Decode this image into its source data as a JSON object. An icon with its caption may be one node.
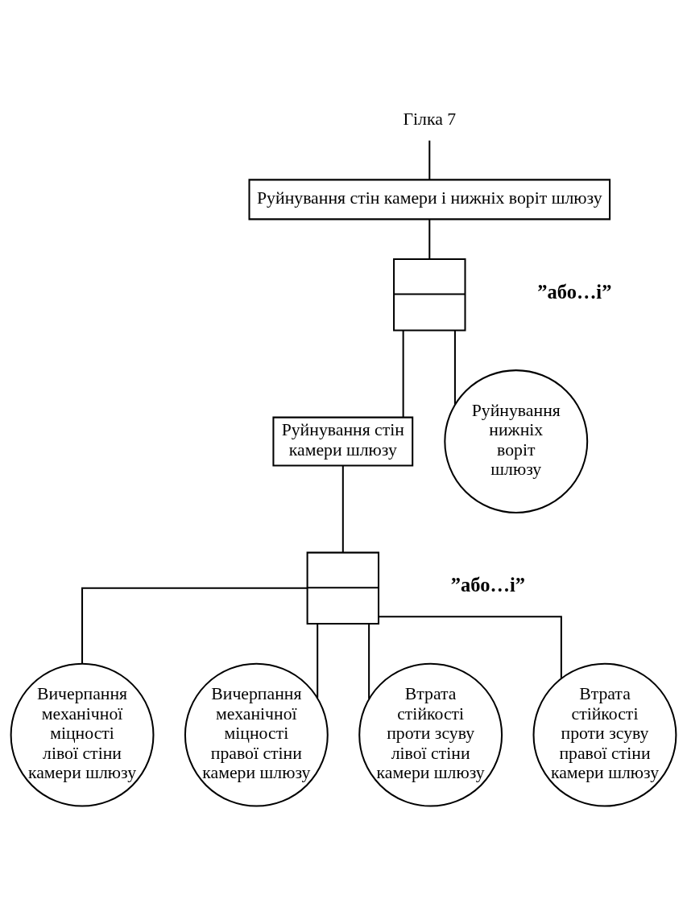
{
  "diagram": {
    "nodes": [
      {
        "text": [
          "Гілка 7"
        ]
      },
      {
        "text": [
          "Руйнування стін камери і нижніх воріт шлюзу"
        ]
      },
      {
        "text": [],
        "shape": "gate",
        "beside": [
          "”або…і”"
        ]
      },
      {
        "text": [
          "Руйнування стін камери шлюзу"
        ]
      },
      {
        "text": [],
        "shape": "gate",
        "beside": [
          "”або…і”"
        ]
      },
      {
        "text": [
          "Вичерпання механічної міцності лівої стіни камери шлюзу"
        ]
      },
      {
        "text": [
          "Вичерпання механічної міцності правої стіни камери шлюзу"
        ]
      },
      {
        "text": [
          "Руйнування нижніх воріт шлюзу"
        ]
      },
      {
        "text": [
          "Втрата стійкості проти зсуву лівої стіни камери шлюзу"
        ]
      },
      {
        "text": [
          "Втрата стійкості проти зсуву правої стіни камери шлюзу"
        ]
      }
    ],
    "edges": [
      {
        "from": 0,
        "to": 1,
        "arrow": "none"
      },
      {
        "from": 1,
        "to": 2,
        "arrow": "none"
      },
      {
        "from": 2,
        "to": 3,
        "arrow": "none"
      },
      {
        "from": 2,
        "to": 7,
        "arrow": "none"
      },
      {
        "from": 3,
        "to": 4,
        "arrow": "none"
      },
      {
        "from": 4,
        "to": 5,
        "arrow": "none"
      },
      {
        "from": 4,
        "to": 6,
        "arrow": "none"
      },
      {
        "from": 4,
        "to": 8,
        "arrow": "none"
      },
      {
        "from": 4,
        "to": 9,
        "arrow": "none"
      }
    ]
  }
}
